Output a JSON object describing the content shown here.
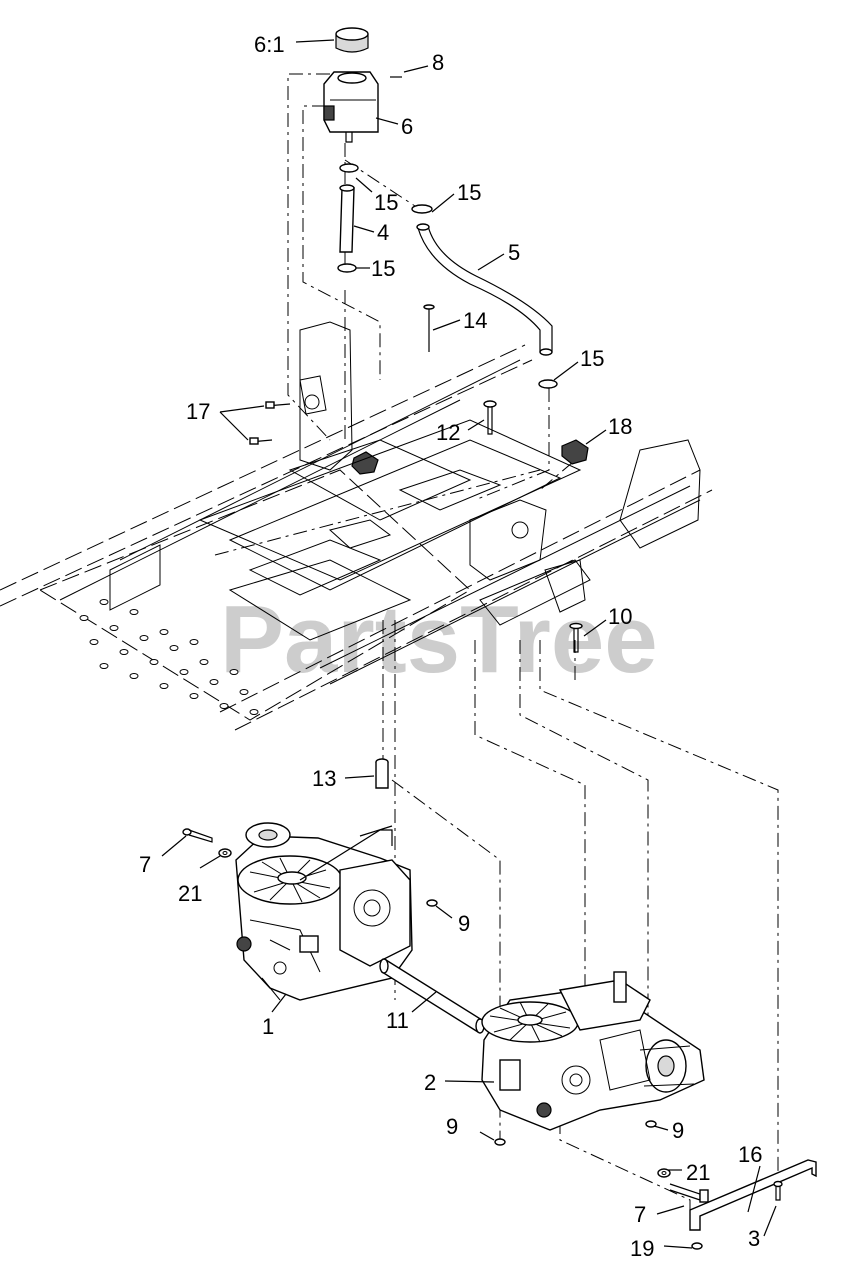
{
  "watermark": "PartsTree",
  "callouts": {
    "c_6_1": "6:1",
    "c_8": "8",
    "c_6": "6",
    "c_15_a": "15",
    "c_15_b": "15",
    "c_4": "4",
    "c_5": "5",
    "c_15_c": "15",
    "c_14": "14",
    "c_15_d": "15",
    "c_17": "17",
    "c_12": "12",
    "c_18": "18",
    "c_10": "10",
    "c_13": "13",
    "c_7_a": "7",
    "c_21_a": "21",
    "c_9_a": "9",
    "c_1": "1",
    "c_11": "11",
    "c_2": "2",
    "c_9_b": "9",
    "c_9_c": "9",
    "c_16": "16",
    "c_21_b": "21",
    "c_7_b": "7",
    "c_3": "3",
    "c_19": "19"
  }
}
